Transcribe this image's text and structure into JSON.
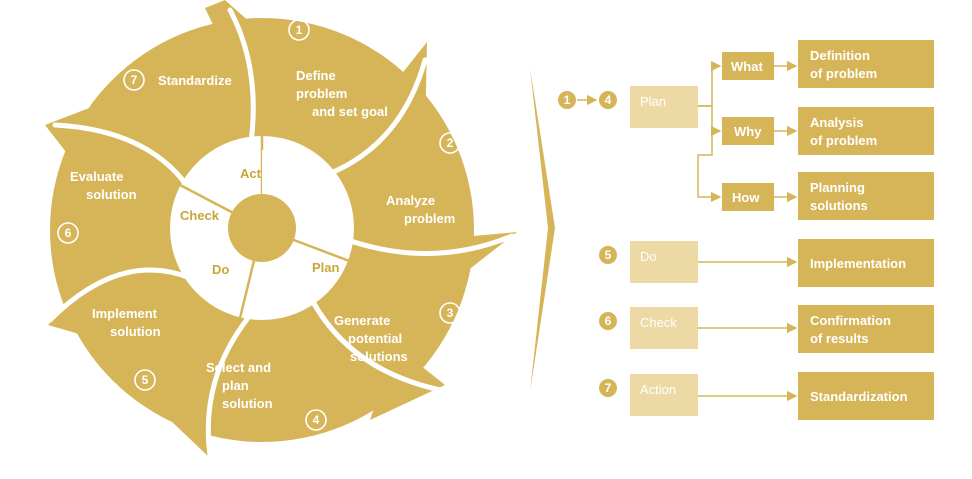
{
  "colors": {
    "gold": "#d6b558",
    "gold_dark": "#c9a53c",
    "pale_box": "#ecd9a4",
    "line": "#d6b558"
  },
  "cycle": {
    "segments": [
      {
        "num": "1",
        "lines": [
          "Define",
          "problem",
          "and set goal"
        ]
      },
      {
        "num": "2",
        "lines": [
          "Analyze",
          "problem"
        ]
      },
      {
        "num": "3",
        "lines": [
          "Generate",
          "potential",
          "solutions"
        ]
      },
      {
        "num": "4",
        "lines": [
          "Select and",
          "plan",
          "solution"
        ]
      },
      {
        "num": "5",
        "lines": [
          "Implement",
          "solution"
        ]
      },
      {
        "num": "6",
        "lines": [
          "Evaluate",
          "solution"
        ]
      },
      {
        "num": "7",
        "lines": [
          "Standardize"
        ]
      }
    ],
    "inner": {
      "act": "Act",
      "plan": "Plan",
      "do": "Do",
      "check": "Check"
    }
  },
  "flow": {
    "plan_range": {
      "from": "1",
      "to": "4"
    },
    "rows": [
      {
        "num": "",
        "label": "Plan"
      },
      {
        "num": "5",
        "label": "Do"
      },
      {
        "num": "6",
        "label": "Check"
      },
      {
        "num": "7",
        "label": "Action"
      }
    ],
    "questions": [
      "What",
      "Why",
      "How"
    ],
    "results": [
      [
        "Definition",
        "of problem"
      ],
      [
        "Analysis",
        "of problem"
      ],
      [
        "Planning",
        "solutions"
      ],
      [
        "Implementation"
      ],
      [
        "Confirmation",
        "of results"
      ],
      [
        "Standardization"
      ]
    ]
  }
}
